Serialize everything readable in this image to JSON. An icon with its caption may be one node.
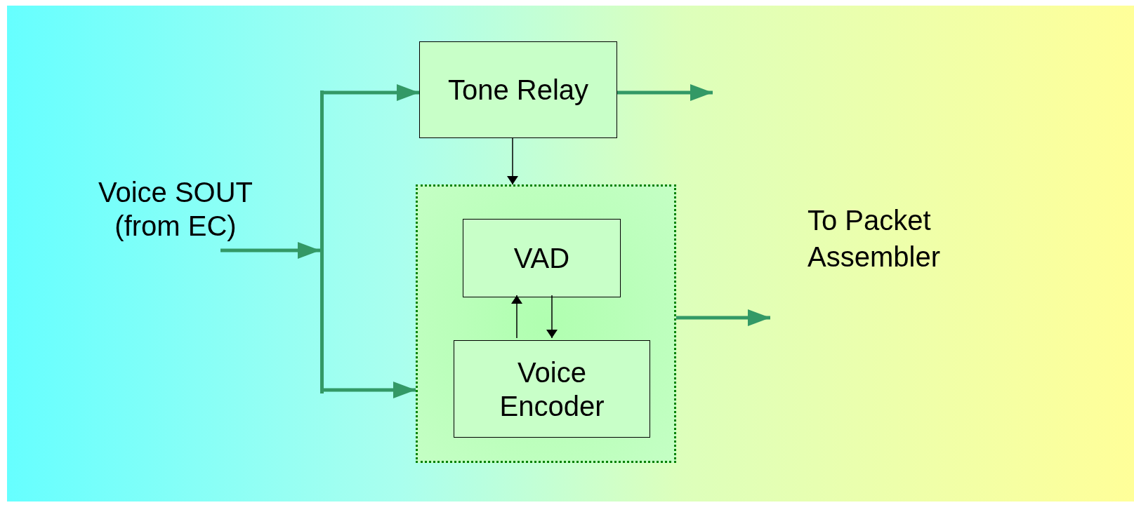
{
  "diagram": {
    "nodes": [
      {
        "text": [
          "Voice SOUT (from EC)"
        ]
      },
      {
        "text": [],
        "shape": "bar"
      },
      {
        "text": [
          "Tone Relay"
        ]
      },
      {
        "text": [],
        "shape": "box"
      },
      {
        "text": [
          "VAD"
        ],
        "in": 3
      },
      {
        "text": [
          "Voice Encoder"
        ],
        "in": 3
      }
    ],
    "edges": [
      {
        "from": 0,
        "to": 1,
        "arrow": "to"
      },
      {
        "from": 1,
        "to": 2,
        "arrow": "to"
      },
      {
        "from": 1,
        "to": 3,
        "arrow": "to"
      },
      {
        "from": 2,
        "to": null,
        "arrow": "to"
      },
      {
        "from": 2,
        "to": 3,
        "arrow": "to",
        "color": "#000000"
      },
      {
        "from": 3,
        "to": null,
        "arrow": "to"
      },
      {
        "from": 5,
        "to": 4,
        "arrow": "to",
        "color": "#000000"
      },
      {
        "from": 4,
        "to": 5,
        "arrow": "to",
        "color": "#000000"
      }
    ],
    "labels": [
      "To Packet Assembler"
    ]
  }
}
